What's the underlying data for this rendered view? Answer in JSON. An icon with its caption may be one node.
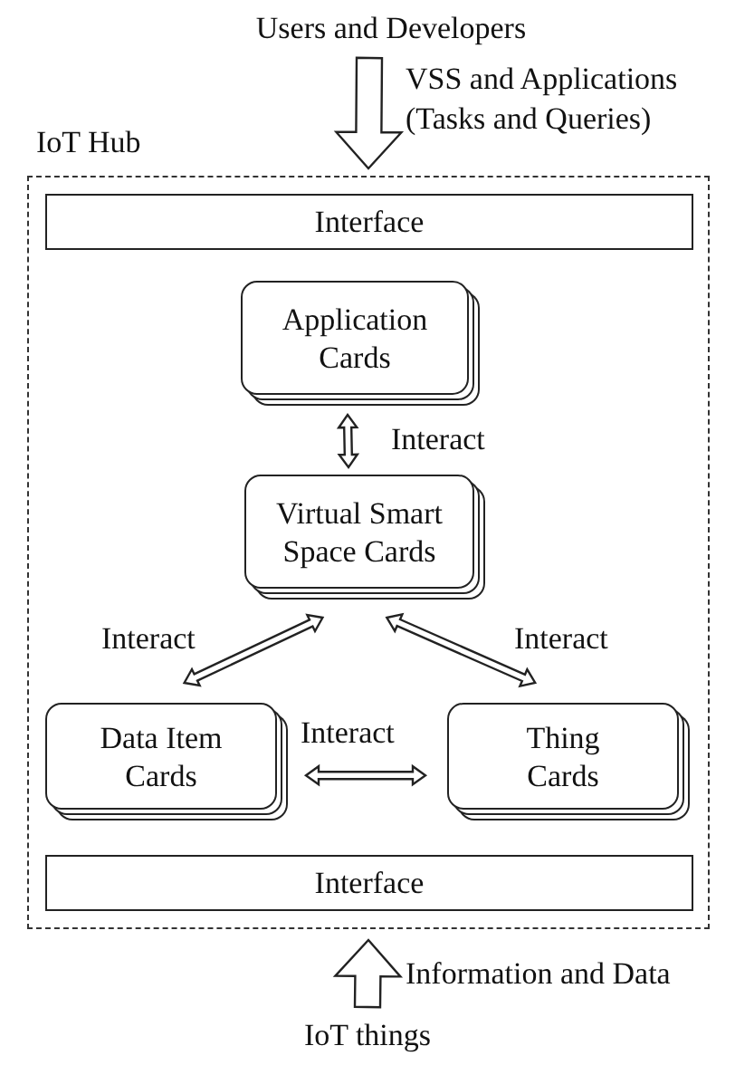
{
  "diagram": {
    "nodes": [
      {
        "text": [
          "Users and Developers"
        ]
      },
      {
        "text": [
          "IoT Hub"
        ]
      },
      {
        "text": [
          "Interface"
        ],
        "in": 1
      },
      {
        "text": [
          "Application Cards"
        ],
        "in": 1
      },
      {
        "text": [
          "Virtual Smart Space Cards"
        ],
        "in": 1
      },
      {
        "text": [
          "Data Item Cards"
        ],
        "in": 1
      },
      {
        "text": [
          "Thing Cards"
        ],
        "in": 1
      },
      {
        "text": [
          "Interface"
        ],
        "in": 1
      },
      {
        "text": [
          "IoT things"
        ]
      }
    ],
    "edges": [
      {
        "from": 0,
        "to": 1,
        "arrow": "to",
        "label": "VSS and Applications (Tasks and Queries)"
      },
      {
        "from": 3,
        "to": 4,
        "arrow": "both",
        "label": "Interact"
      },
      {
        "from": 4,
        "to": 5,
        "arrow": "both",
        "label": "Interact"
      },
      {
        "from": 4,
        "to": 6,
        "arrow": "both",
        "label": "Interact"
      },
      {
        "from": 5,
        "to": 6,
        "arrow": "both",
        "label": "Interact"
      },
      {
        "from": 8,
        "to": 1,
        "arrow": "to",
        "label": "Information and Data"
      }
    ]
  }
}
